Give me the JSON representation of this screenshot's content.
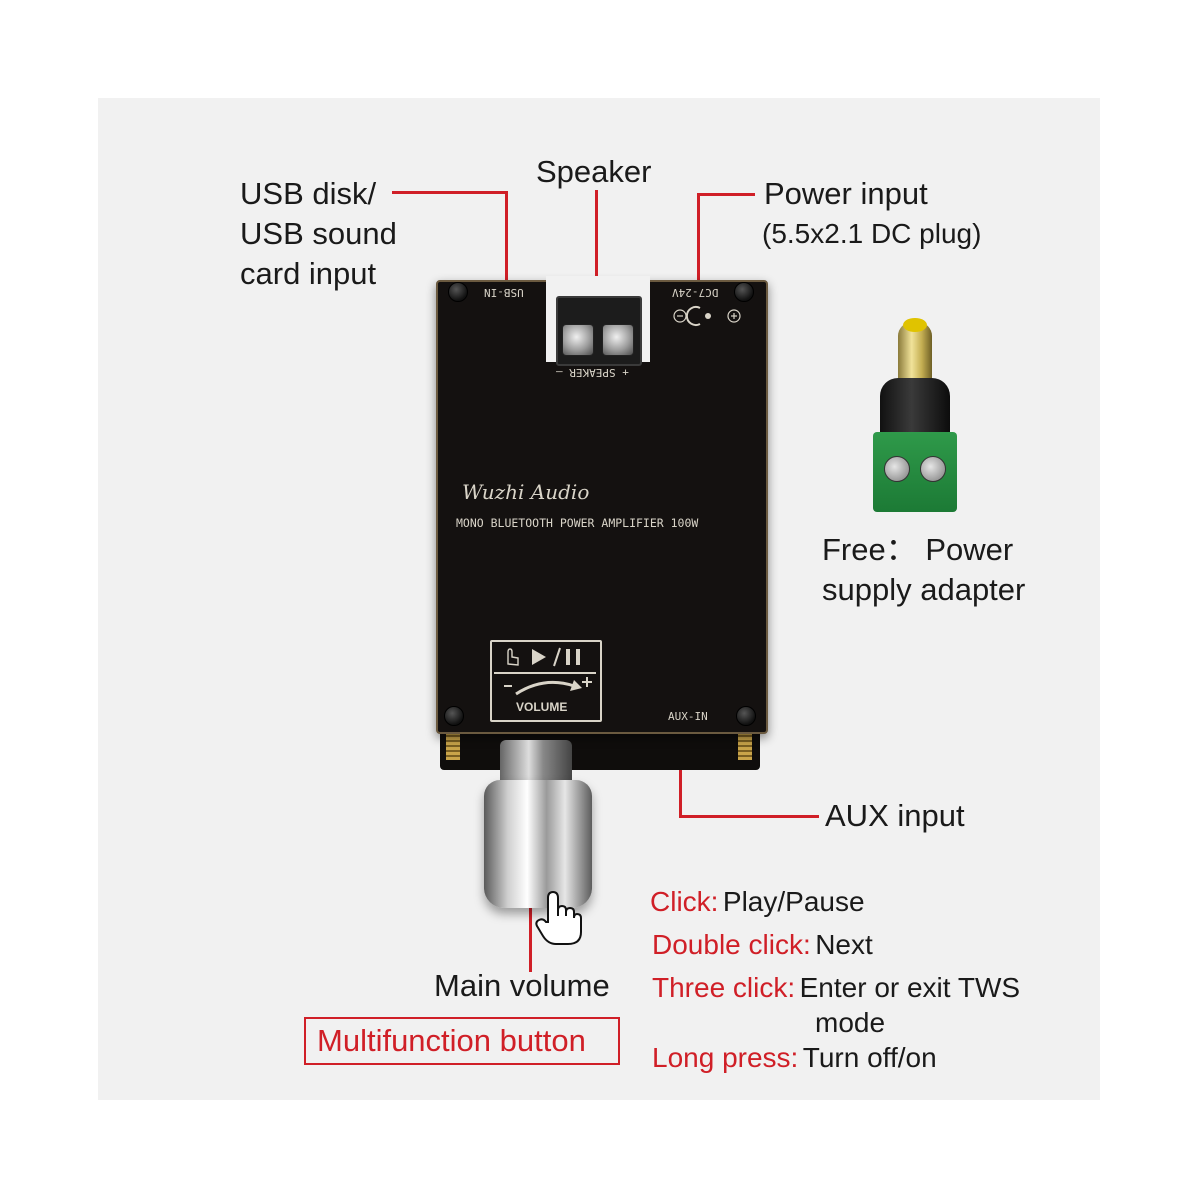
{
  "labels": {
    "usb_line1": "USB disk/",
    "usb_line2": "USB sound",
    "usb_line3": "card input",
    "speaker": "Speaker",
    "power_input": "Power input",
    "power_input_sub": "(5.5x2.1 DC plug)",
    "free_line1": "Free： Power",
    "free_line2": "supply adapter",
    "aux_input": "AUX input",
    "main_volume": "Main volume",
    "multifunction_button": "Multifunction button"
  },
  "functions": [
    {
      "action": "Click:",
      "result": "Play/Pause"
    },
    {
      "action": "Double click:",
      "result": "Next"
    },
    {
      "action": "Three click:",
      "result": "Enter or exit TWS"
    },
    {
      "action": "",
      "result": "mode"
    },
    {
      "action": "Long press:",
      "result": "Turn off/on"
    }
  ],
  "board": {
    "usb_silk": "USB-IN",
    "dc_silk": "DC7-24V",
    "speaker_silk": "+ SPEAKER —",
    "brand": "Wuzhi Audio",
    "model": "MONO BLUETOOTH POWER AMPLIFIER 100W",
    "volume_silk": "VOLUME",
    "aux_silk": "AUX-IN"
  },
  "colors": {
    "accent": "#d01f27",
    "board": "#141110",
    "adapter_green": "#2f9a4a"
  }
}
